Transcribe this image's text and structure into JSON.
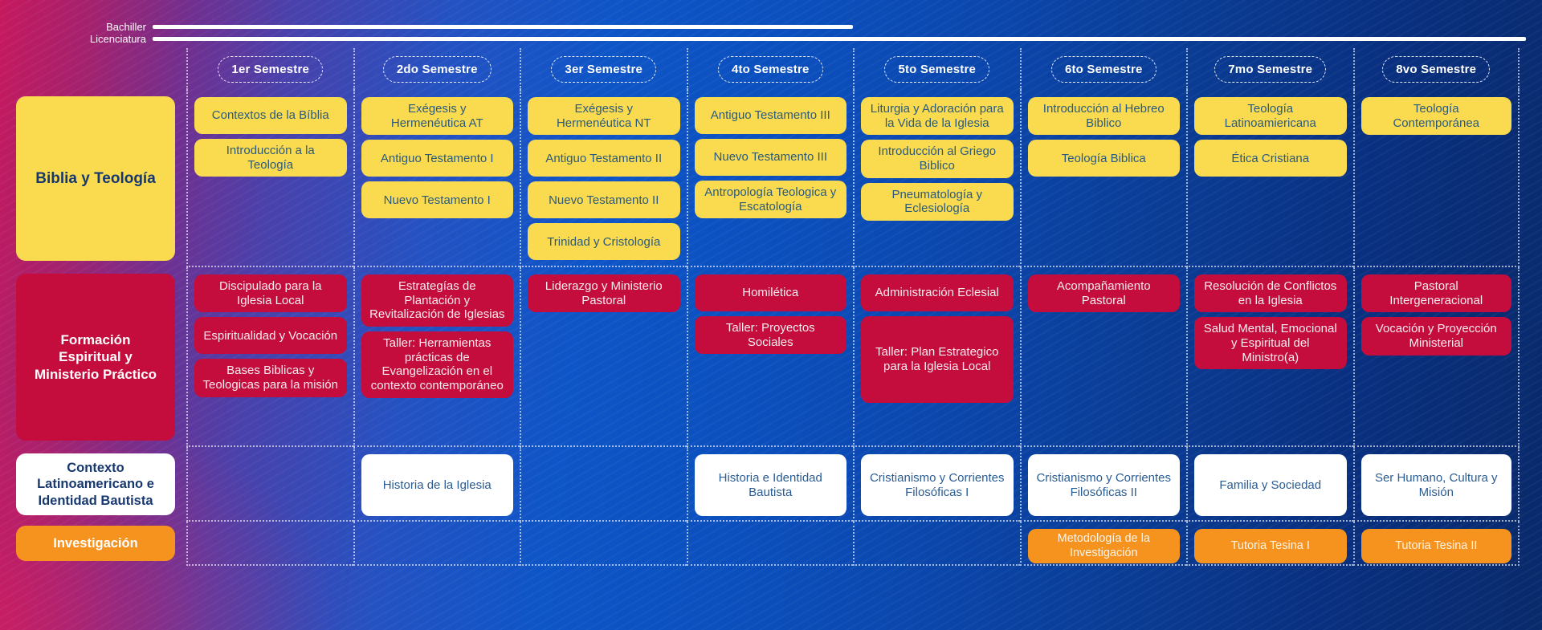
{
  "legend": {
    "bachiller_label": "Bachiller",
    "licenciatura_label": "Licenciatura"
  },
  "semesters": [
    "1er Semestre",
    "2do Semestre",
    "3er Semestre",
    "4to Semestre",
    "5to Semestre",
    "6to Semestre",
    "7mo Semestre",
    "8vo Semestre"
  ],
  "rows": [
    {
      "label": "Biblia y Teología",
      "color_key": "yellow",
      "box_color": "#FADB4F",
      "text_color": "#2B5A7D",
      "cells": [
        [
          "Contextos de la Bíblia",
          "Introducción a la Teología"
        ],
        [
          "Exégesis y Hermenéutica AT",
          "Antiguo Testamento I",
          "Nuevo Testamento I"
        ],
        [
          "Exégesis y Hermenéutica NT",
          "Antiguo Testamento II",
          "Nuevo Testamento II",
          "Trinidad y Cristología"
        ],
        [
          "Antiguo Testamento III",
          "Nuevo Testamento III",
          "Antropología Teologica y Escatología"
        ],
        [
          "Liturgia y Adoración para la Vida de la Iglesia",
          "Introducción al Griego Biblico",
          "Pneumatología y Eclesiología"
        ],
        [
          "Introducción al Hebreo Biblico",
          "Teología Biblica"
        ],
        [
          "Teología Latinoamiericana",
          "Ética Cristiana"
        ],
        [
          "Teología Contemporánea"
        ]
      ]
    },
    {
      "label": "Formación Espiritual y Ministerio Práctico",
      "color_key": "red",
      "box_color": "#C40D3C",
      "text_color": "#FFFFFF",
      "cells": [
        [
          "Discipulado para la Iglesia Local",
          "Espiritualidad y Vocación",
          "Bases Biblicas y Teologicas para la misión"
        ],
        [
          "Estrategías de Plantación y Revitalización de Iglesias",
          "Taller: Herramientas prácticas de Evangelización en el contexto contemporáneo"
        ],
        [
          "Liderazgo y Ministerio Pastoral"
        ],
        [
          "Homilética",
          "Taller: Proyectos Sociales"
        ],
        [
          "Administración Eclesial",
          "Taller: Plan Estrategico para la Iglesia Local"
        ],
        [
          "Acompañamiento Pastoral"
        ],
        [
          "Resolución de Conflictos en la Iglesia",
          "Salud Mental, Emocional y Espiritual del Ministro(a)"
        ],
        [
          "Pastoral Intergeneracional",
          "Vocación y Proyección Ministerial"
        ]
      ]
    },
    {
      "label": "Contexto Latinoamericano e Identidad Bautista",
      "color_key": "white",
      "box_color": "#FFFFFF",
      "text_color": "#2A5C94",
      "cells": [
        [],
        [
          "Historia de la Iglesia"
        ],
        [],
        [
          "Historia e Identidad Bautista"
        ],
        [
          "Cristianismo y Corrientes Filosóficas I"
        ],
        [
          "Cristianismo y Corrientes Filosóficas II"
        ],
        [
          "Familia y Sociedad"
        ],
        [
          "Ser Humano, Cultura y Misión"
        ]
      ]
    },
    {
      "label": "Investigación",
      "color_key": "orange",
      "box_color": "#F6931F",
      "text_color": "#FFFFFF",
      "cells": [
        [],
        [],
        [],
        [],
        [],
        [
          "Metodología de la Investigación"
        ],
        [
          "Tutoria Tesina I"
        ],
        [
          "Tutoria Tesina II"
        ]
      ]
    }
  ],
  "palette": {
    "background_magenta": "#C6195E",
    "background_blue": "#0B52C2",
    "background_navy": "#092A66",
    "grid_line_white": "#FFFFFF"
  }
}
